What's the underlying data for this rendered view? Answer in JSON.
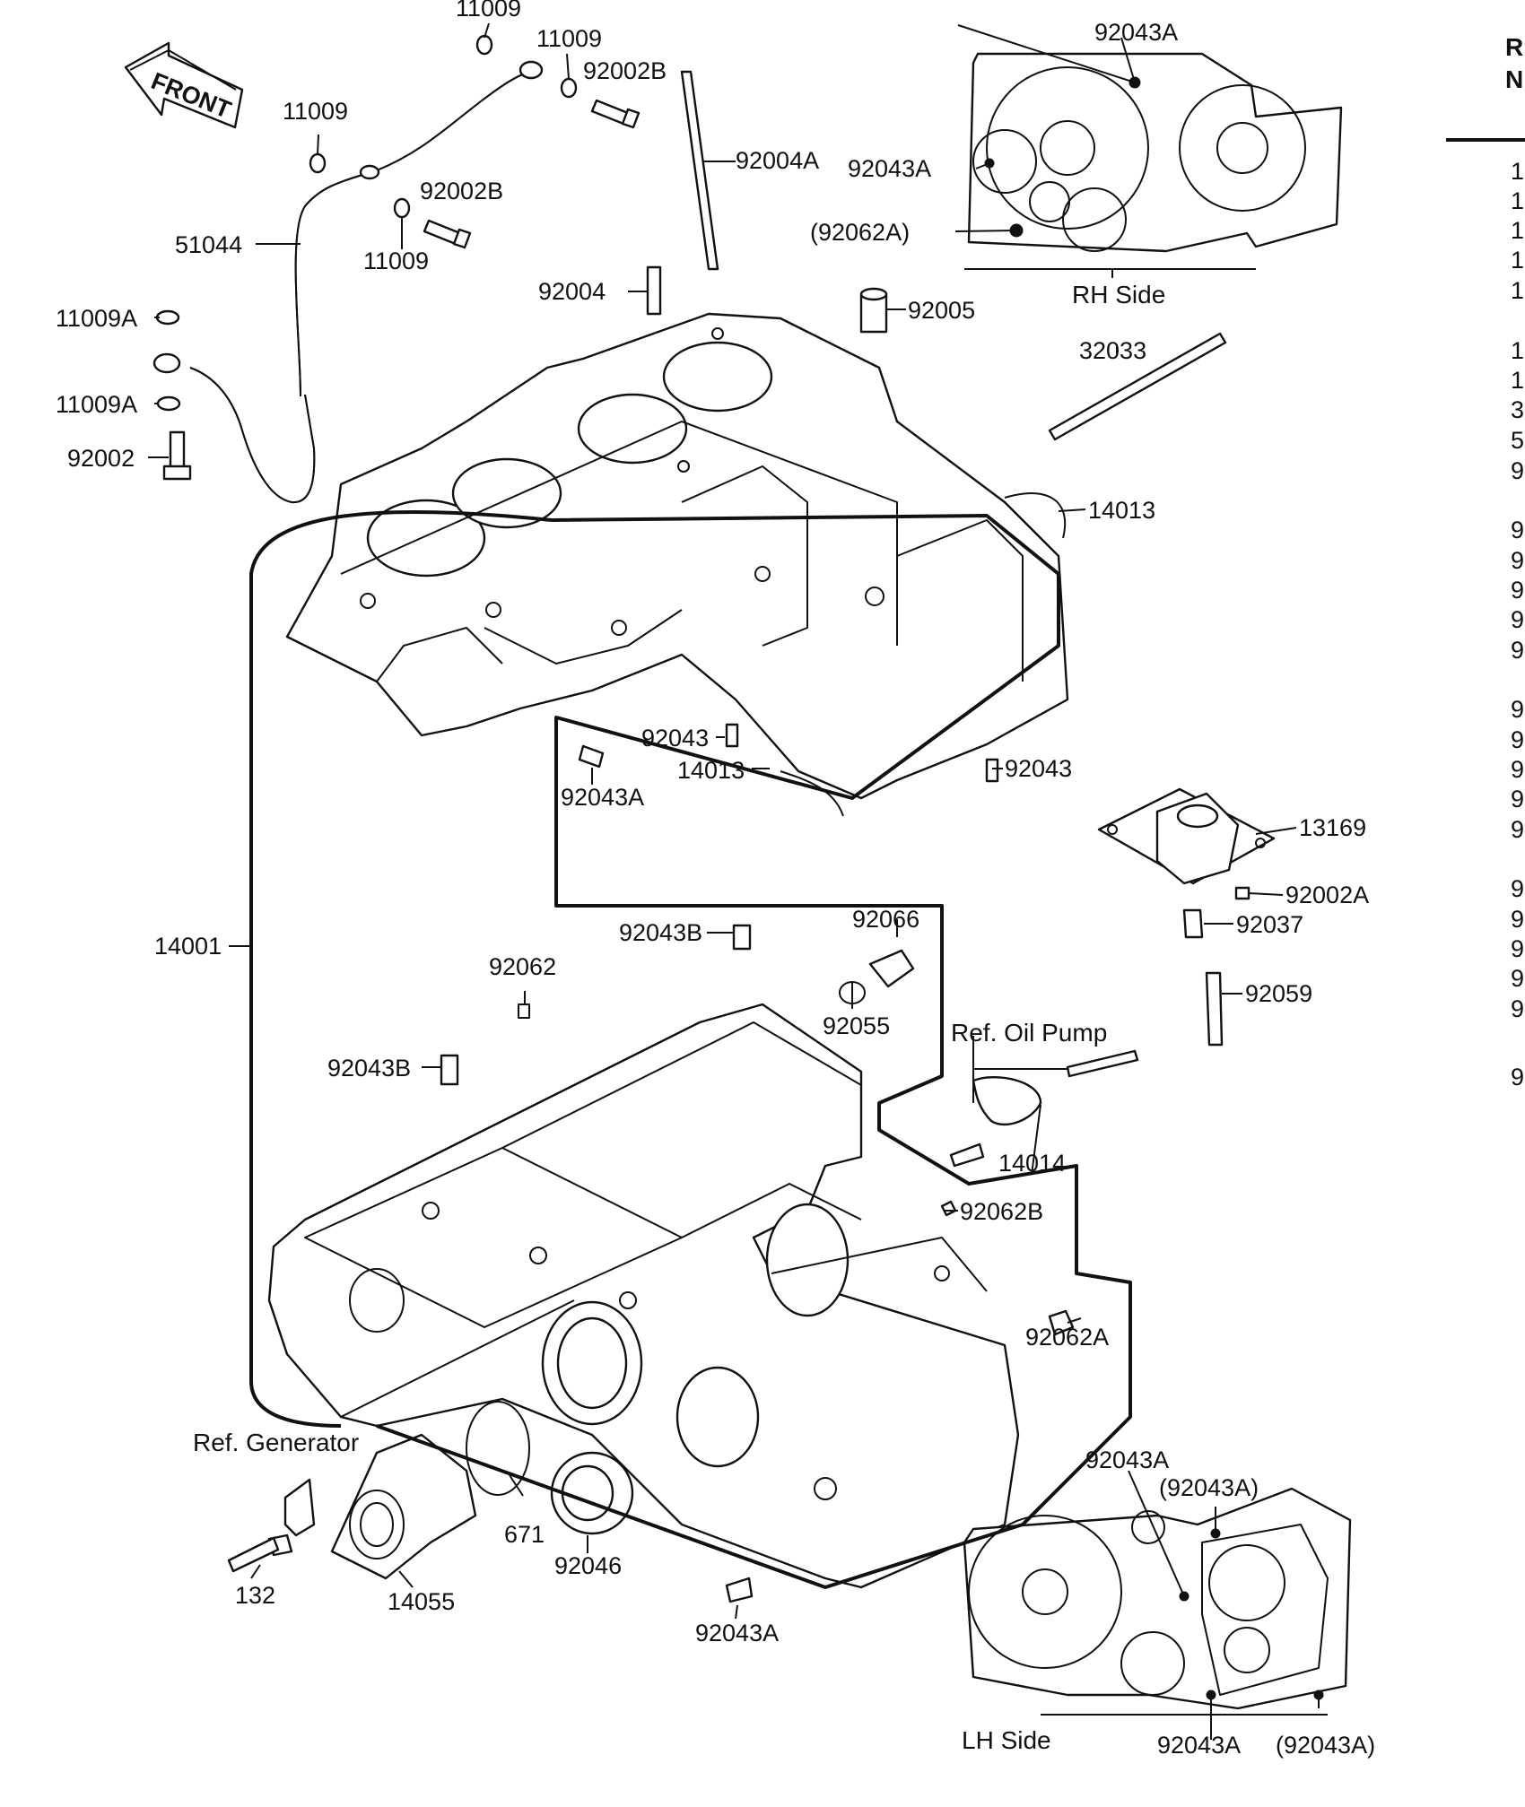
{
  "diagram": {
    "front_arrow": "FRONT",
    "group_labels": {
      "rh_side": "RH Side",
      "lh_side": "LH Side",
      "ref_oil_pump": "Ref. Oil Pump",
      "ref_generator": "Ref. Generator"
    },
    "part_numbers": {
      "p11009_top": "11009",
      "p11009_a": "11009",
      "p11009_b": "11009",
      "p11009_c": "11009",
      "p11009A_a": "11009A",
      "p11009A_b": "11009A",
      "p92002B_a": "92002B",
      "p92002B_b": "92002B",
      "p51044": "51044",
      "p92002": "92002",
      "p92004A": "92004A",
      "p92004": "92004",
      "p92005": "92005",
      "p32033": "32033",
      "p14013_a": "14013",
      "p14013_b": "14013",
      "p92043_a": "92043",
      "p92043_b": "92043",
      "p92043A_up": "92043A",
      "p13169": "13169",
      "p92002A": "92002A",
      "p92037": "92037",
      "p92059": "92059",
      "p14001": "14001",
      "p92043B_a": "92043B",
      "p92043B_b": "92043B",
      "p92066": "92066",
      "p92055": "92055",
      "p92062": "92062",
      "p14014": "14014",
      "p92062B": "92062B",
      "p92062A": "92062A",
      "p671": "671",
      "p92046": "92046",
      "p132": "132",
      "p14055": "14055",
      "p92043A_low": "92043A",
      "rh_92043A_a": "92043A",
      "rh_92043A_b": "92043A",
      "rh_92062A": "(92062A)",
      "lh_92043A_a": "92043A",
      "lh_92043A_b": "(92043A)",
      "lh_92043A_c": "92043A",
      "lh_92043A_d": "(92043A)"
    },
    "right_column_head": [
      "R",
      "N"
    ],
    "right_column_digits": [
      "1",
      "1",
      "1",
      "1",
      "1",
      "1",
      "1",
      "3",
      "5",
      "9",
      "9",
      "9",
      "9",
      "9",
      "9",
      "9",
      "9",
      "9",
      "9",
      "9",
      "9",
      "9",
      "9",
      "9",
      "9",
      "9"
    ]
  }
}
